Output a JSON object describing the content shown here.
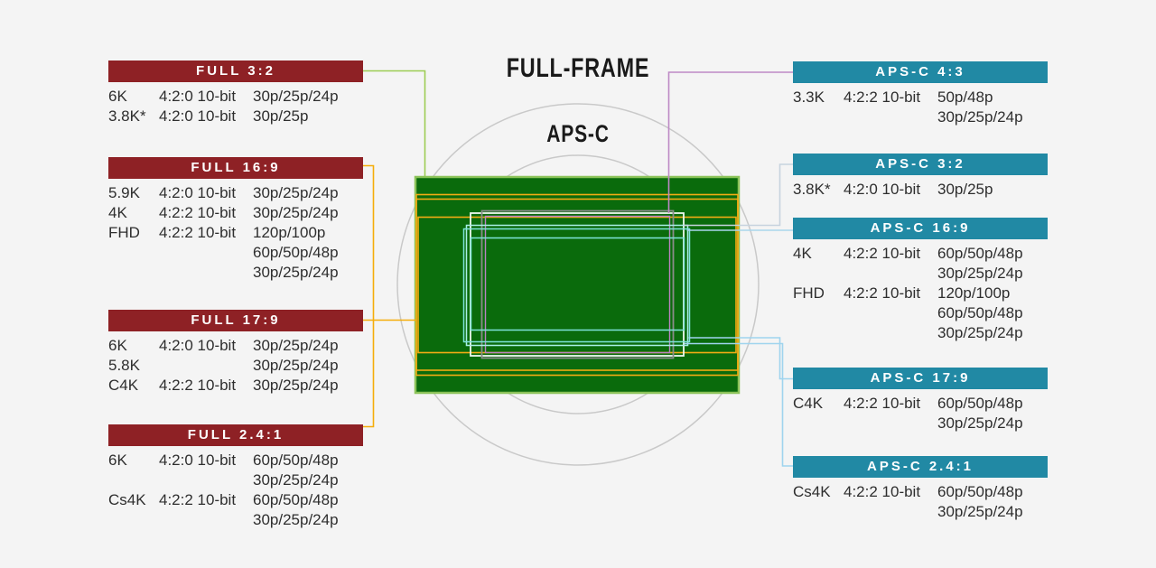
{
  "center": {
    "full_frame_label": "FULL-FRAME",
    "apsc_label": "APS-C"
  },
  "colors": {
    "background": "#f4f4f4",
    "full_header": "#8e2125",
    "apsc_header": "#2189a4",
    "sensor_fill": "#0a6b0c",
    "sensor_border": "#8cc359",
    "full_crop_orange": "#f3ac14",
    "apsc_32_white": "#eef9ef",
    "apsc_43_gray": "#8b8b8b",
    "apsc_43_plum": "#b983c1",
    "apsc_cyan": "#7fe3da",
    "apsc_cyan_pale": "#a9efe7",
    "connector_green": "#9ccc52",
    "connector_orange": "#f5ad0a",
    "connector_plum": "#bd89c5",
    "connector_grayblue": "#c7d3de",
    "connector_lightblue": "#a9d6ec",
    "connector_sky": "#9fd4ee",
    "image_circle_gray": "#c9c9c9",
    "text": "#2e2e2e"
  },
  "left_panels": [
    {
      "title": "FULL 3:2",
      "rows": [
        {
          "res": "6K",
          "chroma": "4:2:0 10-bit",
          "rates": [
            "30p/25p/24p"
          ]
        },
        {
          "res": "3.8K*",
          "chroma": "4:2:0 10-bit",
          "rates": [
            "30p/25p"
          ]
        }
      ]
    },
    {
      "title": "FULL 16:9",
      "rows": [
        {
          "res": "5.9K",
          "chroma": "4:2:0 10-bit",
          "rates": [
            "30p/25p/24p"
          ]
        },
        {
          "res": "4K",
          "chroma": "4:2:2 10-bit",
          "rates": [
            "30p/25p/24p"
          ]
        },
        {
          "res": "FHD",
          "chroma": "4:2:2 10-bit",
          "rates": [
            "120p/100p",
            "60p/50p/48p",
            "30p/25p/24p"
          ]
        }
      ]
    },
    {
      "title": "FULL 17:9",
      "rows": [
        {
          "res": "6K",
          "chroma": "4:2:0 10-bit",
          "rates": [
            "30p/25p/24p"
          ]
        },
        {
          "res": "5.8K",
          "chroma": "",
          "rates": [
            "30p/25p/24p"
          ]
        },
        {
          "res": "C4K",
          "chroma": "4:2:2 10-bit",
          "rates": [
            "30p/25p/24p"
          ]
        }
      ]
    },
    {
      "title": "FULL 2.4:1",
      "rows": [
        {
          "res": "6K",
          "chroma": "4:2:0 10-bit",
          "rates": [
            "60p/50p/48p",
            "30p/25p/24p"
          ]
        },
        {
          "res": "Cs4K",
          "chroma": "4:2:2 10-bit",
          "rates": [
            "60p/50p/48p",
            "30p/25p/24p"
          ]
        }
      ]
    }
  ],
  "right_panels": [
    {
      "title": "APS-C 4:3",
      "rows": [
        {
          "res": "3.3K",
          "chroma": "4:2:2 10-bit",
          "rates": [
            "50p/48p",
            "30p/25p/24p"
          ]
        }
      ]
    },
    {
      "title": "APS-C 3:2",
      "rows": [
        {
          "res": "3.8K*",
          "chroma": "4:2:0 10-bit",
          "rates": [
            "30p/25p"
          ]
        }
      ]
    },
    {
      "title": "APS-C 16:9",
      "rows": [
        {
          "res": "4K",
          "chroma": "4:2:2 10-bit",
          "rates": [
            "60p/50p/48p",
            "30p/25p/24p"
          ]
        },
        {
          "res": "FHD",
          "chroma": "4:2:2 10-bit",
          "rates": [
            "120p/100p",
            "60p/50p/48p",
            "30p/25p/24p"
          ]
        }
      ]
    },
    {
      "title": "APS-C 17:9",
      "rows": [
        {
          "res": "C4K",
          "chroma": "4:2:2 10-bit",
          "rates": [
            "60p/50p/48p",
            "30p/25p/24p"
          ]
        }
      ]
    },
    {
      "title": "APS-C 2.4:1",
      "rows": [
        {
          "res": "Cs4K",
          "chroma": "4:2:2 10-bit",
          "rates": [
            "60p/50p/48p",
            "30p/25p/24p"
          ]
        }
      ]
    }
  ]
}
